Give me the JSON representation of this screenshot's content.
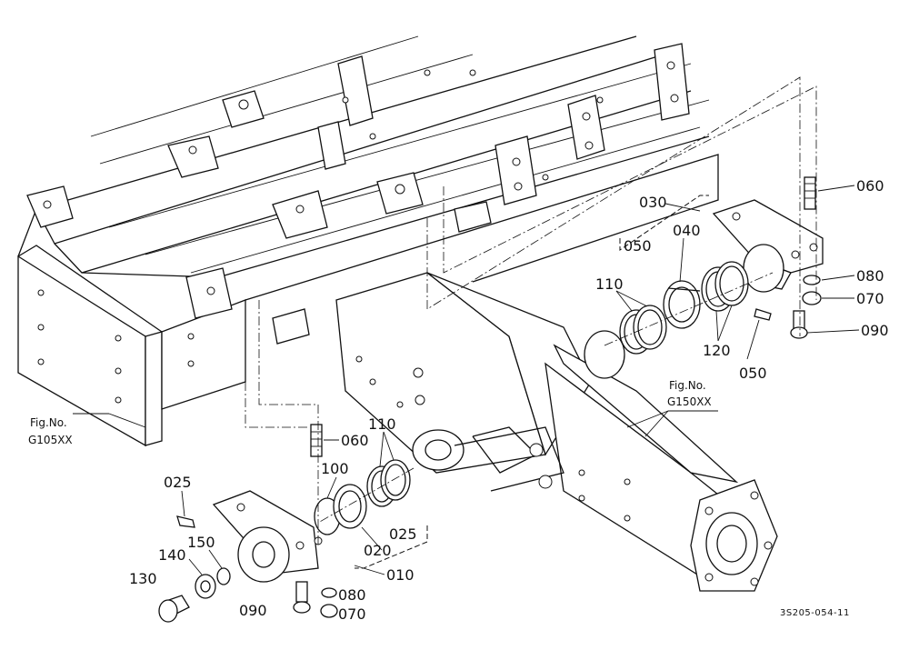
{
  "diagram": {
    "code": "3S205-054-11",
    "figure_refs": [
      {
        "line1": "Fig.No.",
        "line2": "G105XX"
      },
      {
        "line1": "Fig.No.",
        "line2": "G150XX"
      }
    ],
    "labels": {
      "l060_top": "060",
      "l080_top": "080",
      "l070_top": "070",
      "l090_top": "090",
      "l030": "030",
      "l050_a": "050",
      "l040": "040",
      "l110_top": "110",
      "l120": "120",
      "l050_b": "050",
      "l060_mid": "060",
      "l110_mid": "110",
      "l100": "100",
      "l025_a": "025",
      "l025_b": "025",
      "l150": "150",
      "l140": "140",
      "l130": "130",
      "l020": "020",
      "l010": "010",
      "l080_bot": "080",
      "l070_bot": "070",
      "l090_bot": "090"
    }
  }
}
